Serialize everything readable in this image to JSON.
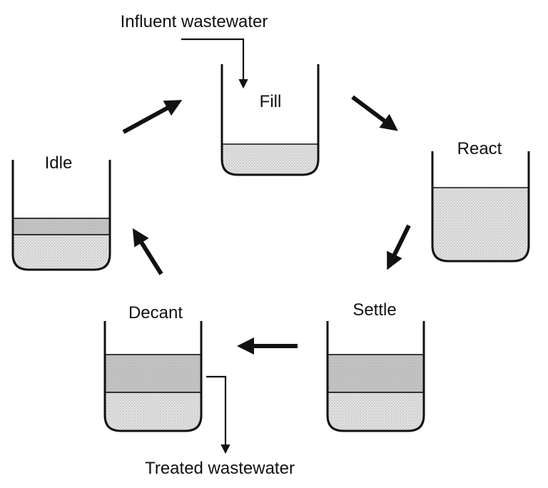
{
  "labels": {
    "influent": "Influent wastewater",
    "treated": "Treated wastewater"
  },
  "stages": [
    {
      "id": "fill",
      "label": "Fill"
    },
    {
      "id": "react",
      "label": "React"
    },
    {
      "id": "settle",
      "label": "Settle"
    },
    {
      "id": "decant",
      "label": "Decant"
    },
    {
      "id": "idle",
      "label": "Idle"
    }
  ],
  "colors": {
    "outline": "#111111",
    "sludge": "#e4e4e4",
    "clear_layer": "#c6c6c6",
    "background": "#ffffff"
  }
}
